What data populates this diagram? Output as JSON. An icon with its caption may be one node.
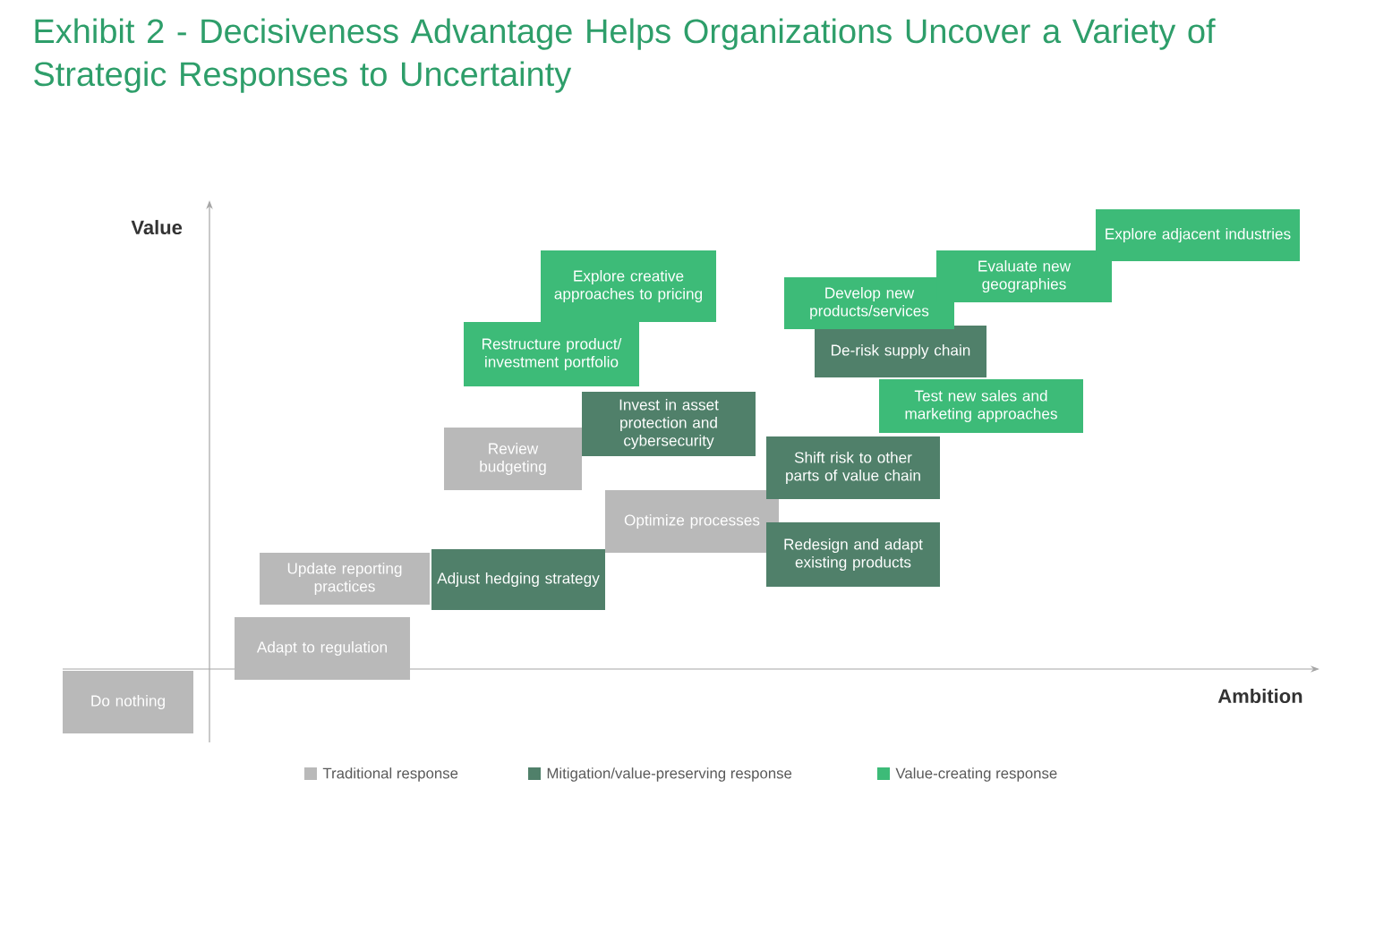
{
  "diagram": {
    "title": "Exhibit 2 - Decisiveness Advantage Helps Organizations Uncover a Variety of Strategic Responses to Uncertainty",
    "nodes": [
      {
        "text": [
          "Do nothing"
        ]
      },
      {
        "text": [
          "Adapt to regulation"
        ]
      },
      {
        "text": [
          "Update reporting practices"
        ]
      },
      {
        "text": [
          "Adjust hedging strategy"
        ]
      },
      {
        "text": [
          "Review budgeting"
        ]
      },
      {
        "text": [
          "Optimize processes"
        ]
      },
      {
        "text": [
          "Invest in asset protection and cybersecurity"
        ]
      },
      {
        "text": [
          "Restructure product/ investment portfolio"
        ]
      },
      {
        "text": [
          "Explore creative approaches to pricing"
        ]
      },
      {
        "text": [
          "Redesign and adapt existing products"
        ]
      },
      {
        "text": [
          "Shift risk to other parts of value chain"
        ]
      },
      {
        "text": [
          "Test new sales and marketing approaches"
        ]
      },
      {
        "text": [
          "De-risk supply chain"
        ]
      },
      {
        "text": [
          "Develop new products/services"
        ]
      },
      {
        "text": [
          "Evaluate new geographies"
        ]
      },
      {
        "text": [
          "Explore adjacent industries"
        ]
      }
    ],
    "labels": [
      "Value",
      "Ambition"
    ],
    "legend": [
      {
        "text": "Traditional response",
        "color": "#b9b9b9"
      },
      {
        "text": "Mitigation/value-preserving response",
        "color": "#50806a"
      },
      {
        "text": "Value-creating response",
        "color": "#3dbb78"
      }
    ]
  }
}
